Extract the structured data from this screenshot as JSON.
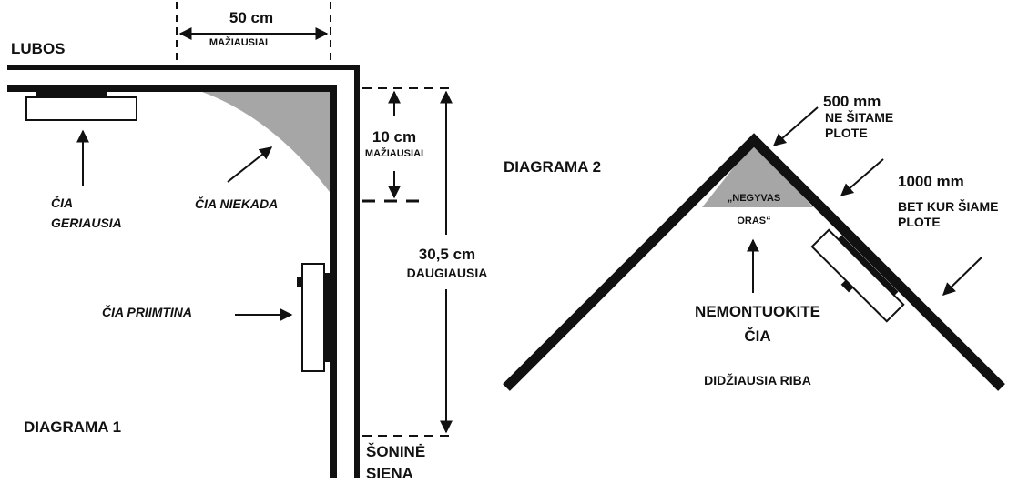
{
  "diagram1": {
    "title": "DIAGRAMA 1",
    "ceiling_label": "LUBOS",
    "sidewall_label_line1": "ŠONINĖ",
    "sidewall_label_line2": "SIENA",
    "top_distance_value": "50 cm",
    "top_distance_note": "MAŽIAUSIAI",
    "corner_distance_value": "10 cm",
    "corner_distance_note": "MAŽIAUSIAI",
    "wall_distance_value": "30,5 cm",
    "wall_distance_note": "DAUGIAUSIA",
    "best_line1": "ČIA",
    "best_line2": "GERIAUSIA",
    "never_label": "ČIA NIEKADA",
    "acceptable_label": "ČIA PRIIMTINA"
  },
  "diagram2": {
    "title": "DIAGRAMA 2",
    "peak_distance_value": "500 mm",
    "peak_distance_line1": "NE ŠITAME",
    "peak_distance_line2": "PLOTE",
    "slope_distance_value": "1000 mm",
    "slope_distance_line1": "BET KUR ŠIAME",
    "slope_distance_line2": "PLOTE",
    "dead_air_line1": "„NEGYVAS",
    "dead_air_line2": "ORAS“",
    "do_not_mount_line1": "NEMONTUOKITE",
    "do_not_mount_line2": "ČIA",
    "max_limit": "DIDŽIAUSIA RIBA"
  },
  "colors": {
    "line": "#111111",
    "shade": "#a6a6a6",
    "background": "#ffffff"
  }
}
